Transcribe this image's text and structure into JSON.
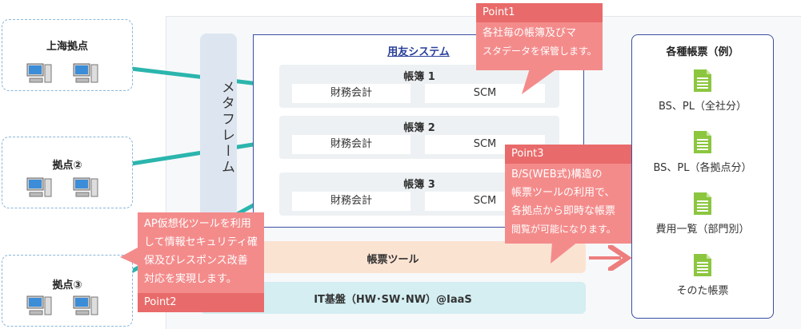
{
  "sites": [
    {
      "label": "上海拠点"
    },
    {
      "label": "拠点②"
    },
    {
      "label": "拠点③"
    }
  ],
  "metaframe": {
    "label": "メタフレーム"
  },
  "system": {
    "title": "用友システム",
    "ledgers": [
      {
        "title": "帳簿 1",
        "left": "財務会計",
        "right": "SCM"
      },
      {
        "title": "帳簿 2",
        "left": "財務会計",
        "right": "SCM"
      },
      {
        "title": "帳簿 3",
        "left": "財務会計",
        "right": "SCM"
      }
    ]
  },
  "tool": {
    "label": "帳票ツール"
  },
  "infra": {
    "label": "IT基盤（HW･SW･NW）@IaaS"
  },
  "reports": {
    "title": "各種帳票（例）",
    "items": [
      {
        "label": "BS、PL（全社分）"
      },
      {
        "label": "BS、PL（各拠点分）"
      },
      {
        "label": "費用一覧（部門別）"
      },
      {
        "label": "そのた帳票"
      }
    ]
  },
  "callouts": {
    "point1": {
      "head": "Point1",
      "lines": [
        "各社毎の帳簿及びマ",
        "スタデータを保管します。"
      ]
    },
    "point2": {
      "head": "Point2",
      "lines": [
        "AP仮想化ツールを利用",
        "して情報セキュリティ確",
        "保及びレスポンス改善",
        "対応を実現します。"
      ]
    },
    "point3": {
      "head": "Point3",
      "lines": [
        "B/S(WEB式)構造の",
        "帳票ツールの利用で、",
        "各拠点から即時な帳票",
        "閲覧が可能になります。"
      ]
    }
  },
  "colors": {
    "teal_arrow": "#2bb5ad",
    "callout_red": "#f48b8b",
    "callout_head": "#e96a6a",
    "doc_green": "#8cc63f",
    "system_border": "#3a4fa0"
  }
}
